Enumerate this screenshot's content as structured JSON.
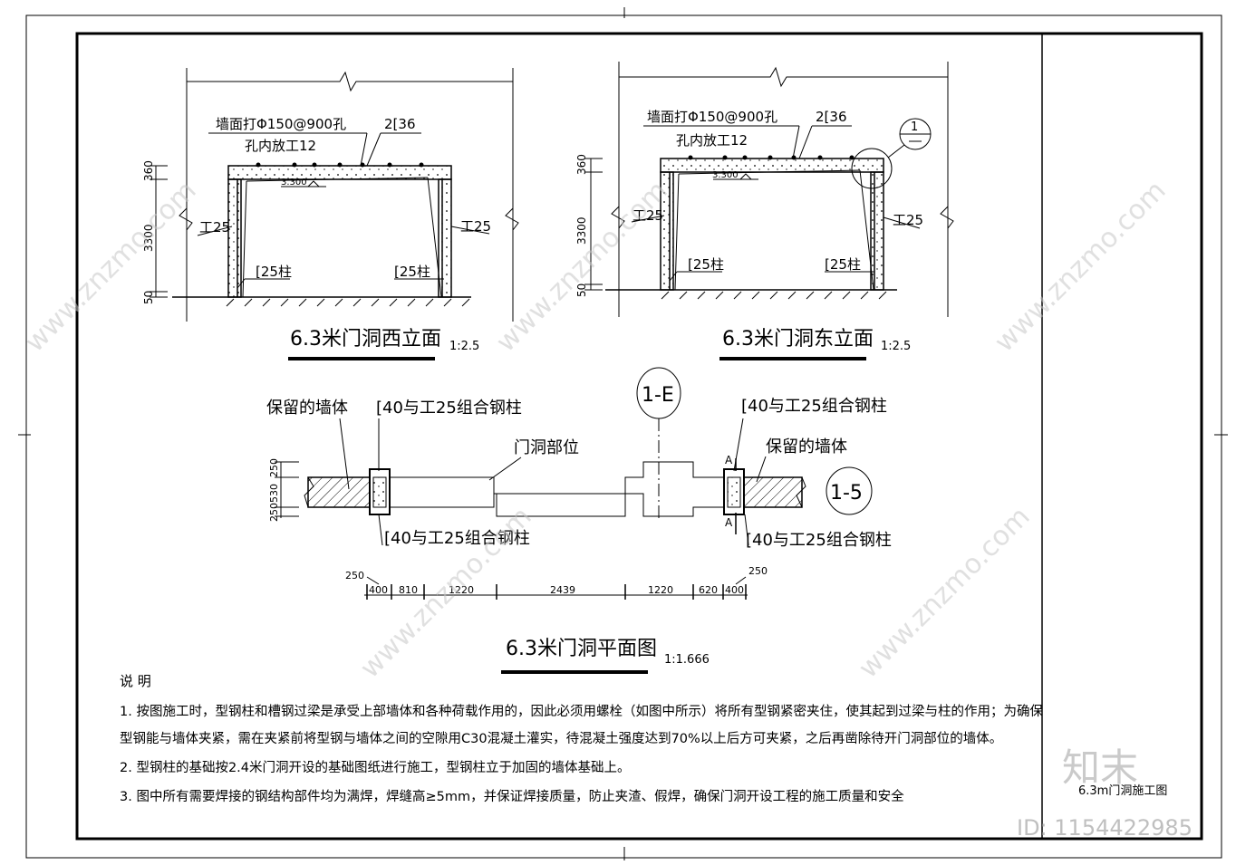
{
  "west_elevation": {
    "title": "6.3米门洞西立面",
    "scale": "1:2.5",
    "hole_note": "墙面打Φ150@900孔",
    "hole_note2": "孔内放工12",
    "beam_label": "2[36",
    "level_mark": "3.300",
    "left_beam": "工25",
    "right_beam": "工25",
    "left_col": "[25柱",
    "right_col": "[25柱",
    "dim_top": "360",
    "dim_mid": "3300",
    "dim_bottom": "50"
  },
  "east_elevation": {
    "title": "6.3米门洞东立面",
    "scale": "1:2.5",
    "hole_note": "墙面打Φ150@900孔",
    "hole_note2": "孔内放工12",
    "beam_label": "2[36",
    "level_mark": "3.300",
    "left_beam": "工25",
    "right_beam": "工25",
    "left_col": "[25柱",
    "right_col": "[25柱",
    "dim_top": "360",
    "dim_mid": "3300",
    "dim_bottom": "50",
    "detail_tag": "1"
  },
  "plan": {
    "title": "6.3米门洞平面图",
    "scale": "1:1.666",
    "axis_e": "1-E",
    "axis_5": "1-5",
    "retained_wall_left": "保留的墙体",
    "retained_wall_right": "保留的墙体",
    "column_label": "[40与工25组合钢柱",
    "opening_label": "门洞部位",
    "section_mark": "A",
    "left_dims": [
      "250",
      "530",
      "250"
    ],
    "bottom_dims": [
      "250",
      "400",
      "810",
      "1220",
      "2439",
      "1220",
      "620",
      "400",
      "250"
    ]
  },
  "notes": {
    "heading": "说  明",
    "items": [
      "1. 按图施工时，型钢柱和槽钢过梁是承受上部墙体和各种荷载作用的，因此必须用螺栓（如图中所示）将所有型钢紧密夹住，使其起到过梁与柱的作用；为确保",
      "    型钢能与墙体夹紧，需在夹紧前将型钢与墙体之间的空隙用C30混凝土灌实，待混凝土强度达到70%以上后方可夹紧，之后再凿除待开门洞部位的墙体。",
      "2. 型钢柱的基础按2.4米门洞开设的基础图纸进行施工，型钢柱立于加固的墙体基础上。",
      "3. 图中所有需要焊接的钢结构部件均为满焊，焊缝高≥5mm，并保证焊接质量，防止夹渣、假焊，确保门洞开设工程的施工质量和安全"
    ]
  },
  "title_block": {
    "drawing_name": "6.3m门洞施工图"
  },
  "watermark": {
    "brand": "知末",
    "id_label": "ID: 1154422985",
    "site": "www.znzmo.com"
  }
}
